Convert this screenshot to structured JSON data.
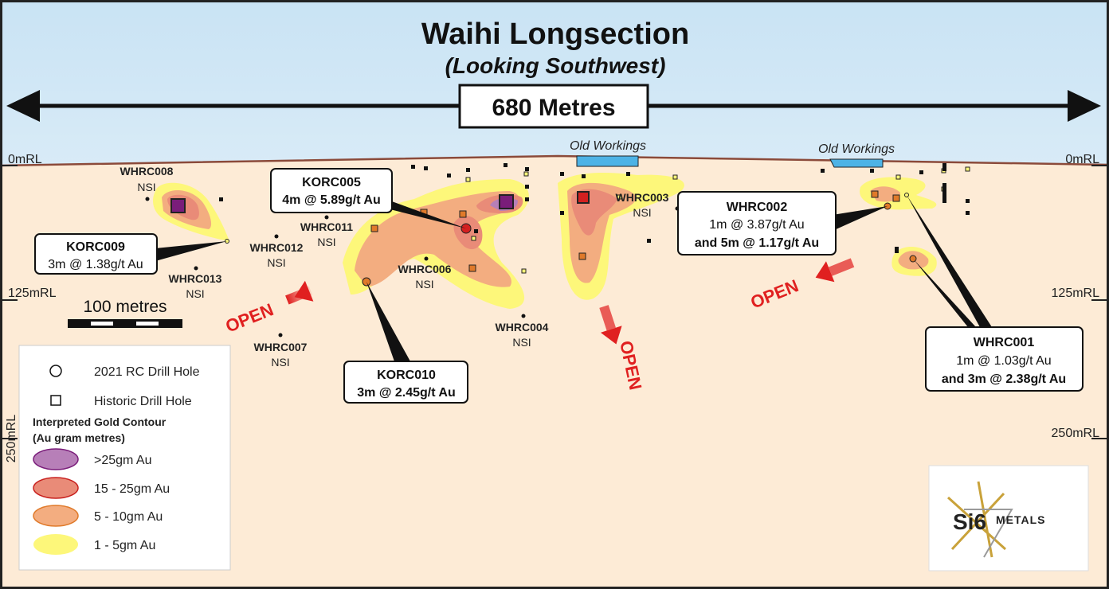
{
  "title": "Waihi Longsection",
  "subtitle": "(Looking Southwest)",
  "span_label": "680 Metres",
  "old_workings": [
    "Old Workings",
    "Old Workings"
  ],
  "rl_labels": {
    "zero": "0mRL",
    "mid": "125mRL",
    "deep": "250mRL"
  },
  "scale_label": "100 metres",
  "open_label": "OPEN",
  "nsi": "NSI",
  "nsi_holes": [
    "WHRC008",
    "WHRC011",
    "WHRC012",
    "WHRC013",
    "WHRC006",
    "WHRC004",
    "WHRC007",
    "WHRC003"
  ],
  "callouts": {
    "korc005": {
      "hole": "KORC005",
      "line1": "4m @ 5.89g/t Au"
    },
    "korc009": {
      "hole": "KORC009",
      "line1": "3m @ 1.38g/t Au"
    },
    "korc010": {
      "hole": "KORC010",
      "line1": "3m @ 2.45g/t Au"
    },
    "whrc002": {
      "hole": "WHRC002",
      "line1": "1m @ 3.87g/t Au",
      "line2": "and 5m @ 1.17g/t Au"
    },
    "whrc001": {
      "hole": "WHRC001",
      "line1": "1m @ 1.03g/t Au",
      "line2": "and 3m @ 2.38g/t Au"
    }
  },
  "legend": {
    "rc_hole": "2021 RC Drill Hole",
    "historic_hole": "Historic Drill Hole",
    "contour_title": "Interpreted Gold Contour",
    "contour_units": "(Au gram metres)",
    "classes": [
      {
        "label": ">25gm Au",
        "fill": "#b77fb8",
        "stroke": "#7a1d7a"
      },
      {
        "label": "15 - 25gm Au",
        "fill": "#e98b78",
        "stroke": "#c8201e"
      },
      {
        "label": "5 - 10gm Au",
        "fill": "#f3ad80",
        "stroke": "#e07a2a"
      },
      {
        "label": "1 - 5gm Au",
        "fill": "#fdf77a",
        "stroke": "#fdf77a"
      }
    ]
  },
  "logo": {
    "brand": "Si6",
    "suffix": "METALS"
  },
  "colors": {
    "ground": "#fdebd6",
    "surface_line": "#8b4a3a",
    "open": "#e02020",
    "workings": "#4db3e6"
  }
}
